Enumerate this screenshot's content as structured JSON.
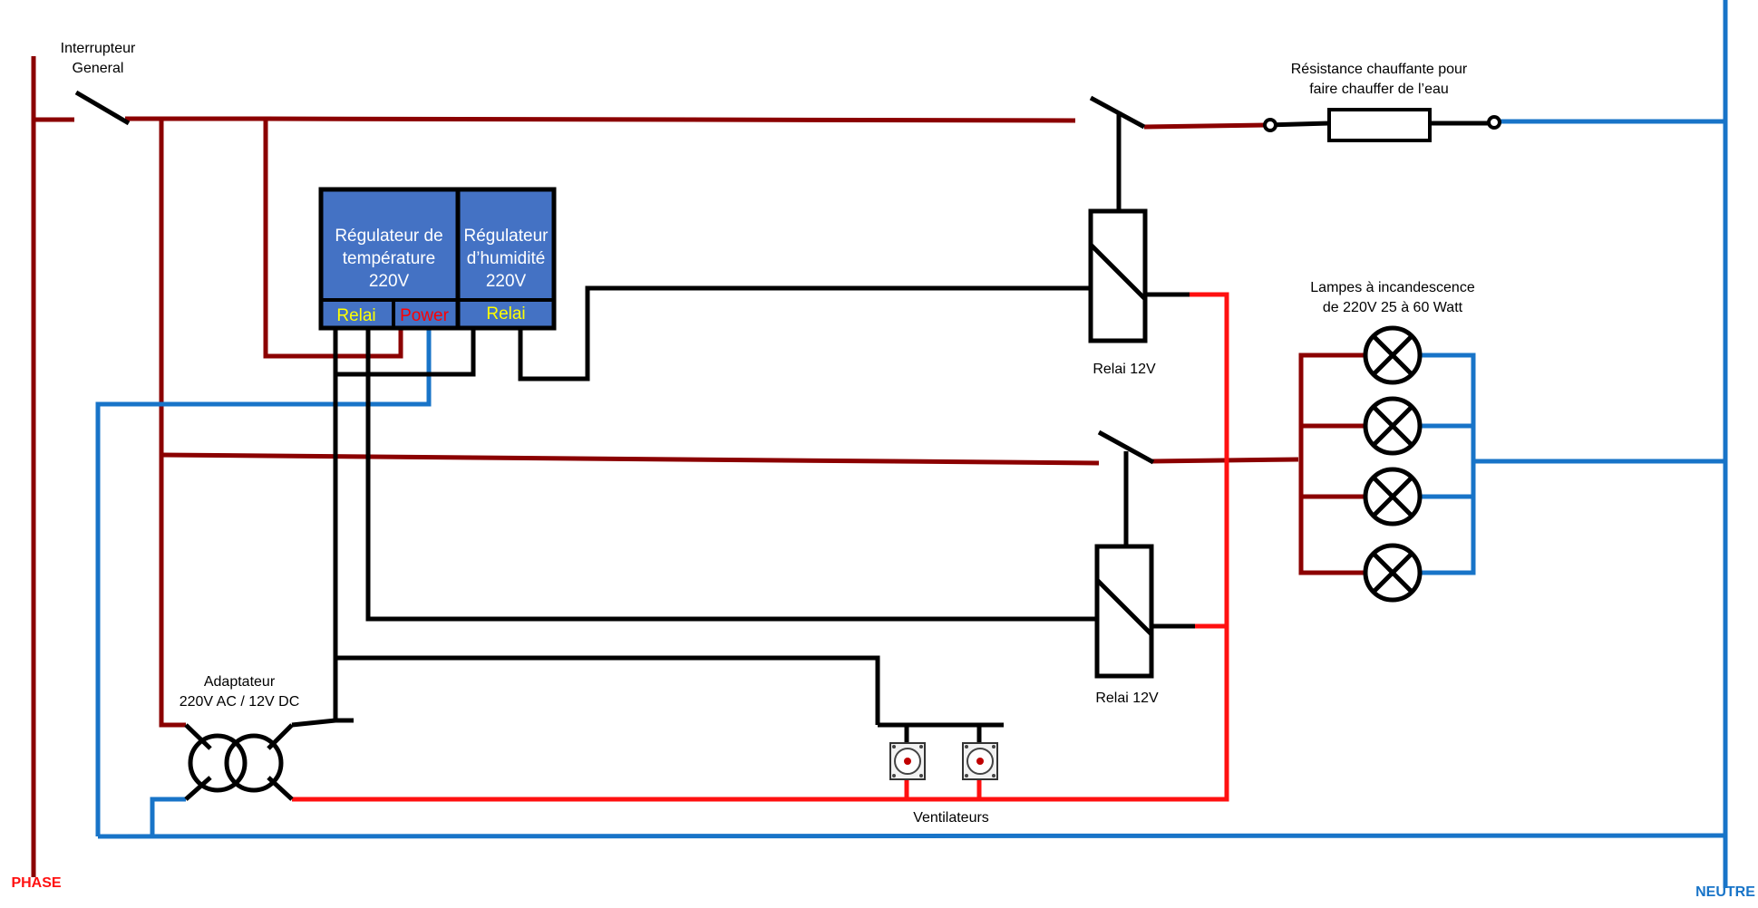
{
  "colors": {
    "phase": "#8B0000",
    "neutral": "#1874C8",
    "dc_positive": "#FF1010",
    "dc_negative": "#000000",
    "regulator_fill": "#4472C4",
    "regulator_tag_text": "#FFFF00",
    "power_tag_text": "#FF0000"
  },
  "labels": {
    "main_switch": [
      "Interrupteur",
      "General"
    ],
    "heater": [
      "Résistance chauffante pour",
      "faire chauffer de l’eau"
    ],
    "lamps": [
      "Lampes à incandescence",
      "de 220V 25 à 60 Watt"
    ],
    "relay_top": "Relai 12V",
    "relay_bottom": "Relai 12V",
    "adapter": [
      "Adaptateur",
      "220V AC / 12V DC"
    ],
    "fans": "Ventilateurs",
    "phase": "PHASE",
    "neutral": "NEUTRE"
  },
  "regulators": {
    "temperature": {
      "title": [
        "Régulateur de",
        "température",
        "220V"
      ],
      "relay_tag": "Relai",
      "power_tag": "Power"
    },
    "humidity": {
      "title": [
        "Régulateur",
        "d’humidité",
        "220V"
      ],
      "relay_tag": "Relai"
    }
  },
  "icons": {
    "switch": "switch-contact-icon",
    "relay_coil": "relay-coil-icon",
    "heater": "resistor-icon",
    "lamp": "lamp-symbol-icon",
    "transformer": "transformer-icon",
    "fan": "fan-icon"
  }
}
